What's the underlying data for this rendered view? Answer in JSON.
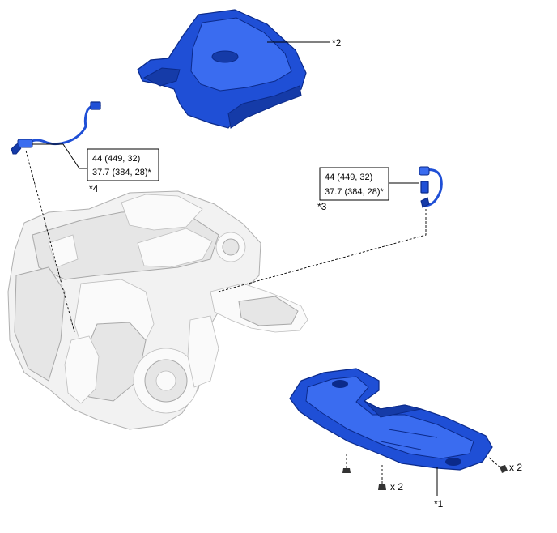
{
  "callouts": {
    "engine_cover": "*2",
    "under_cover": "*1",
    "sensor_rear": "*3",
    "sensor_front": "*4"
  },
  "torque": {
    "front_sensor": {
      "line1": "44 (449, 32)",
      "line2": "37.7 (384, 28)*"
    },
    "rear_sensor": {
      "line1": "44 (449, 32)",
      "line2": "37.7 (384, 28)*"
    }
  },
  "quantities": {
    "bolt_center": "x 2",
    "bolt_right": "x 2"
  },
  "colors": {
    "part_blue": "#1f4fd6",
    "engine_gray": "#f2f2f2",
    "outline": "#000000"
  }
}
